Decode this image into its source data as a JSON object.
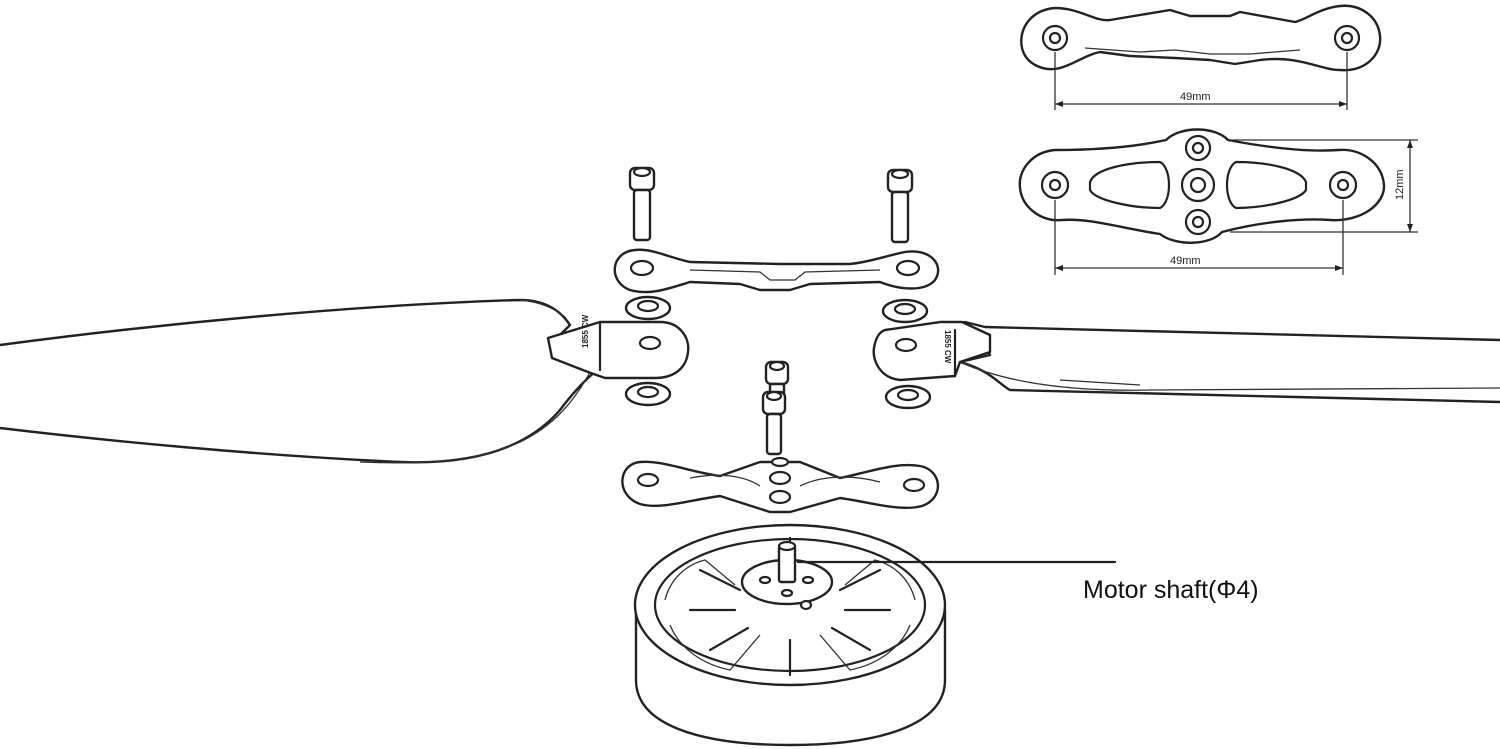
{
  "diagram": {
    "callout_label": "Motor shaft(Φ4)",
    "dim_top_width": "49mm",
    "dim_bottom_width": "49mm",
    "dim_bottom_height": "12mm",
    "blade_marking": "1855 CW",
    "colors": {
      "line": "#222222",
      "background": "#ffffff"
    }
  }
}
